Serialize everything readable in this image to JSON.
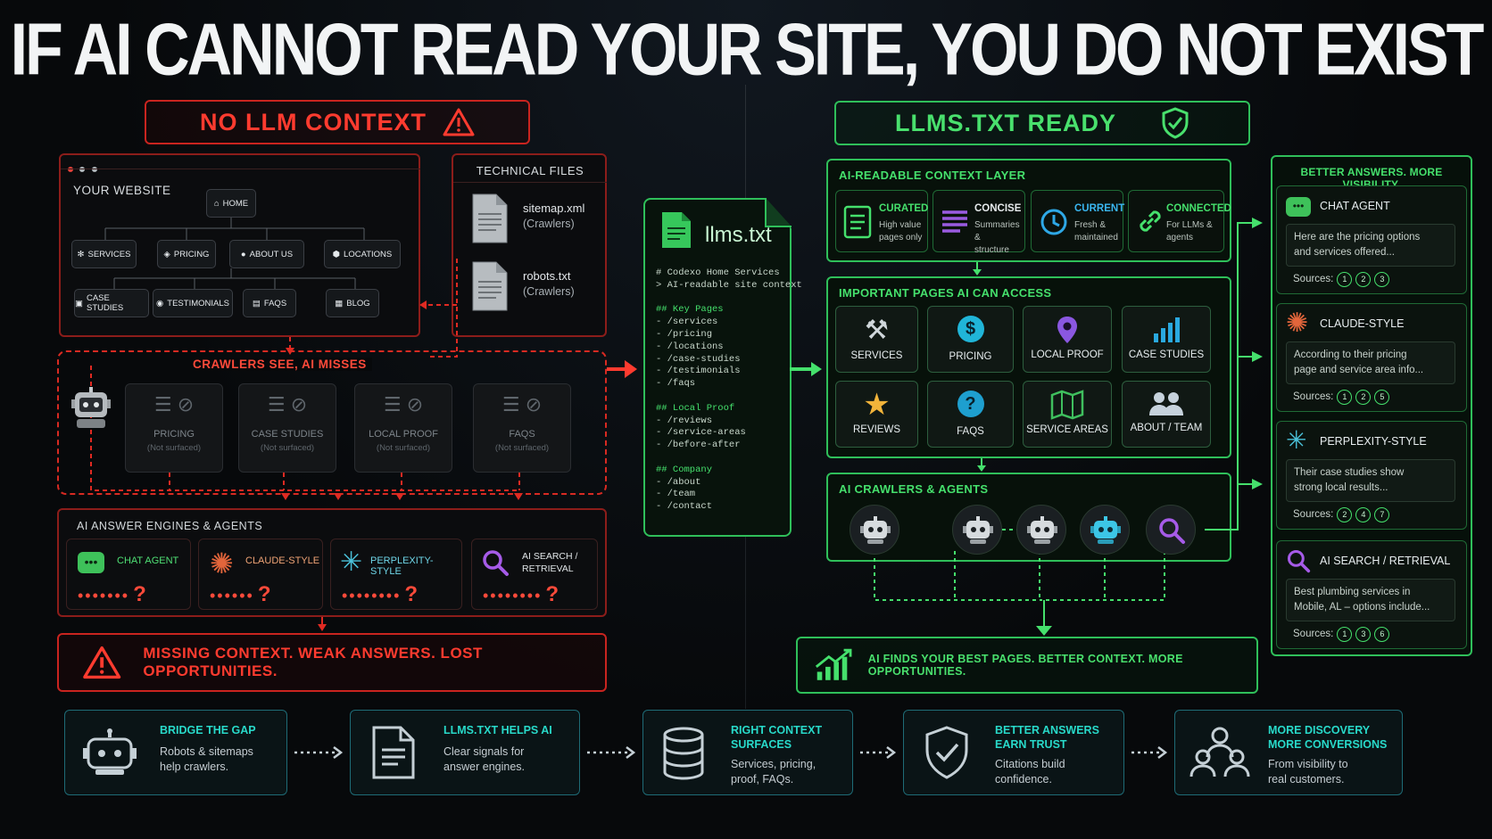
{
  "title": "IF AI CANNOT READ YOUR SITE, YOU DO NOT EXIST",
  "colors": {
    "red": "#ff3b2f",
    "green": "#49e06d",
    "teal": "#28d9c9",
    "background": "#07090b"
  },
  "left": {
    "header": "NO LLM CONTEXT",
    "website": {
      "label": "YOUR WEBSITE",
      "home": "HOME",
      "row1": [
        "SERVICES",
        "PRICING",
        "ABOUT US",
        "LOCATIONS"
      ],
      "row2": [
        "CASE STUDIES",
        "TESTIMONIALS",
        "FAQS",
        "BLOG"
      ]
    },
    "technical_files": {
      "label": "TECHNICAL FILES",
      "files": [
        {
          "name": "sitemap.xml",
          "note": "(Crawlers)"
        },
        {
          "name": "robots.txt",
          "note": "(Crawlers)"
        }
      ]
    },
    "crawlers_label": "CRAWLERS SEE, AI MISSES",
    "hidden_pages": [
      {
        "name": "PRICING",
        "note": "(Not surfaced)"
      },
      {
        "name": "CASE STUDIES",
        "note": "(Not surfaced)"
      },
      {
        "name": "LOCAL PROOF",
        "note": "(Not surfaced)"
      },
      {
        "name": "FAQS",
        "note": "(Not surfaced)"
      }
    ],
    "engines": {
      "label": "AI ANSWER ENGINES & AGENTS",
      "items": [
        "CHAT AGENT",
        "CLAUDE-STYLE",
        "PERPLEXITY-STYLE",
        "AI SEARCH / RETRIEVAL"
      ]
    },
    "footer": "MISSING CONTEXT. WEAK ANSWERS. LOST OPPORTUNITIES."
  },
  "llms_file": {
    "title": "llms.txt",
    "lines": [
      "# Codexo Home Services",
      "> AI-readable site context",
      "",
      "## Key Pages",
      "- /services",
      "- /pricing",
      "- /locations",
      "- /case-studies",
      "- /testimonials",
      "- /faqs",
      "",
      "## Local Proof",
      "- /reviews",
      "- /service-areas",
      "- /before-after",
      "",
      "## Company",
      "- /about",
      "- /team",
      "- /contact"
    ]
  },
  "right": {
    "header": "LLMS.TXT READY",
    "context_layer": {
      "label": "AI-READABLE CONTEXT LAYER",
      "items": [
        {
          "title": "CURATED",
          "sub1": "High value",
          "sub2": "pages only"
        },
        {
          "title": "CONCISE",
          "sub1": "Summaries &",
          "sub2": "structure"
        },
        {
          "title": "CURRENT",
          "sub1": "Fresh &",
          "sub2": "maintained"
        },
        {
          "title": "CONNECTED",
          "sub1": "For LLMs &",
          "sub2": "agents"
        }
      ]
    },
    "important_pages": {
      "label": "IMPORTANT PAGES AI CAN ACCESS",
      "items": [
        "SERVICES",
        "PRICING",
        "LOCAL PROOF",
        "CASE STUDIES",
        "REVIEWS",
        "FAQS",
        "SERVICE AREAS",
        "ABOUT / TEAM"
      ]
    },
    "crawlers": {
      "label": "AI CRAWLERS & AGENTS"
    },
    "footer": "AI FINDS YOUR BEST PAGES. BETTER CONTEXT. MORE OPPORTUNITIES.",
    "answers": {
      "label": "BETTER ANSWERS. MORE VISIBILITY.",
      "cards": [
        {
          "name": "CHAT AGENT",
          "text1": "Here are the pricing options",
          "text2": "and services offered...",
          "sources_label": "Sources:",
          "sources": [
            "1",
            "2",
            "3"
          ]
        },
        {
          "name": "CLAUDE-STYLE",
          "text1": "According to their pricing",
          "text2": "page and service area info...",
          "sources_label": "Sources:",
          "sources": [
            "1",
            "2",
            "5"
          ]
        },
        {
          "name": "PERPLEXITY-STYLE",
          "text1": "Their case studies show",
          "text2": "strong local results...",
          "sources_label": "Sources:",
          "sources": [
            "2",
            "4",
            "7"
          ]
        },
        {
          "name": "AI SEARCH / RETRIEVAL",
          "text1": "Best plumbing services in",
          "text2": "Mobile, AL – options include...",
          "sources_label": "Sources:",
          "sources": [
            "1",
            "3",
            "6"
          ]
        }
      ]
    }
  },
  "bottom_steps": [
    {
      "title1": "BRIDGE THE GAP",
      "title2": "",
      "sub1": "Robots & sitemaps",
      "sub2": "help crawlers."
    },
    {
      "title1": "LLMS.TXT HELPS AI",
      "title2": "",
      "sub1": "Clear signals for",
      "sub2": "answer engines."
    },
    {
      "title1": "RIGHT CONTEXT",
      "title2": "SURFACES",
      "sub1": "Services, pricing,",
      "sub2": "proof, FAQs."
    },
    {
      "title1": "BETTER ANSWERS",
      "title2": "EARN TRUST",
      "sub1": "Citations build",
      "sub2": "confidence."
    },
    {
      "title1": "MORE DISCOVERY",
      "title2": "MORE CONVERSIONS",
      "sub1": "From visibility to",
      "sub2": "real customers."
    }
  ]
}
